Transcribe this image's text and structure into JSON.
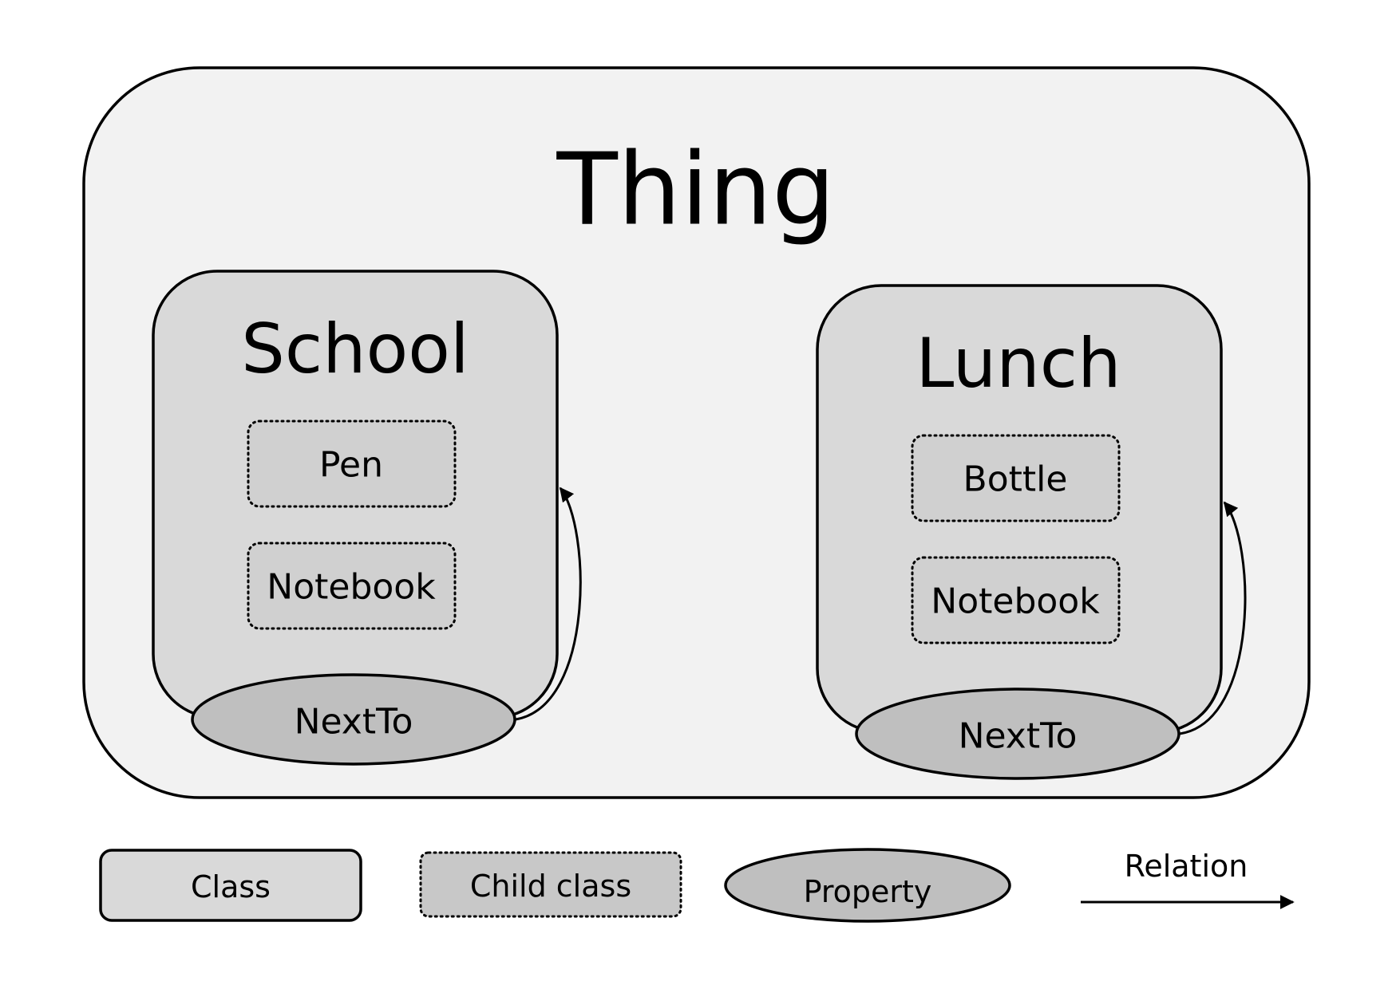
{
  "thing": {
    "label": "Thing"
  },
  "classes": [
    {
      "label": "School",
      "children": [
        "Pen",
        "Notebook"
      ],
      "property": "NextTo"
    },
    {
      "label": "Lunch",
      "children": [
        "Bottle",
        "Notebook"
      ],
      "property": "NextTo"
    }
  ],
  "legend": {
    "class_label": "Class",
    "child_class_label": "Child class",
    "property_label": "Property",
    "relation_label": "Relation"
  },
  "colors": {
    "thing_fill": "#f2f2f2",
    "class_fill": "#d9d9d9",
    "child_fill": "#d0d0d0",
    "property_fill": "#bfbfbf",
    "stroke": "#000000"
  }
}
